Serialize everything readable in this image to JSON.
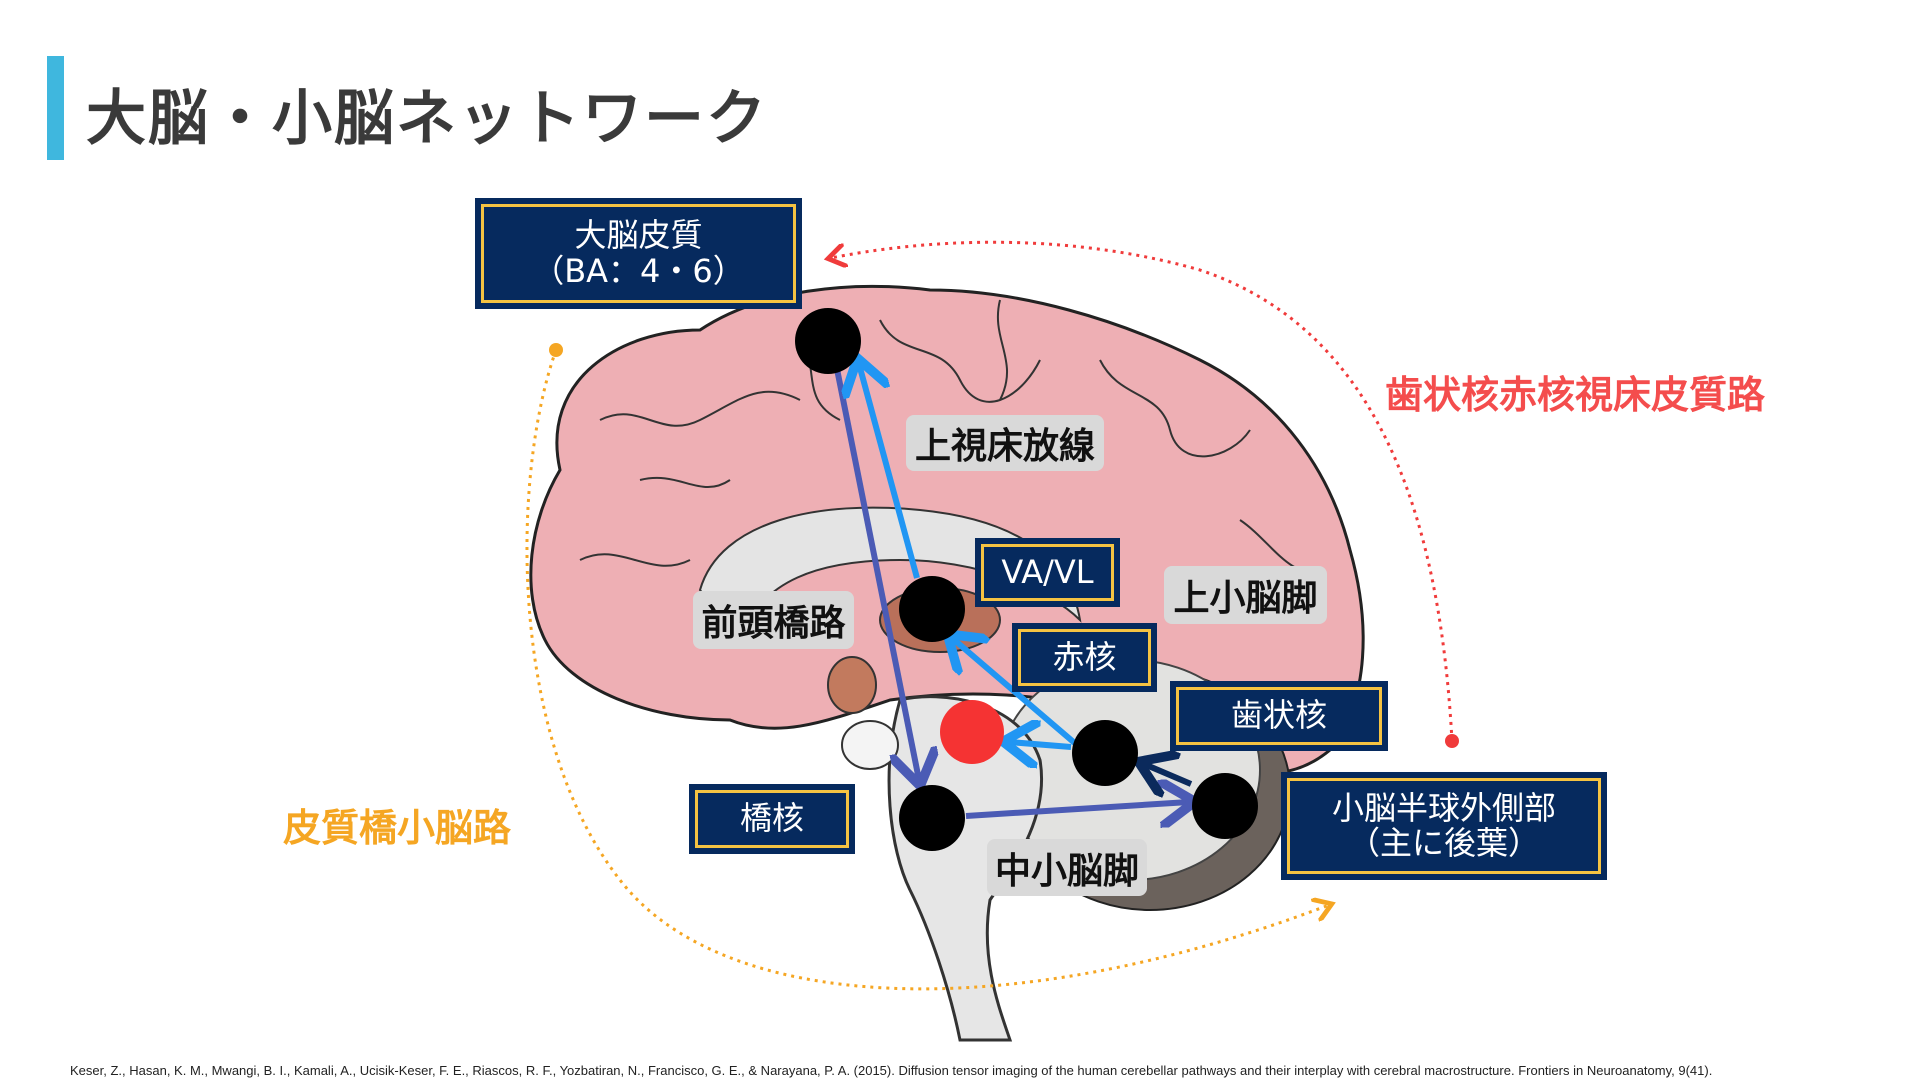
{
  "title": "大脳・小脳ネットワーク",
  "boxes": {
    "cortex": {
      "line1": "大脳皮質",
      "line2": "（BA：4・6）"
    },
    "vavl": "VA/VL",
    "red_nucleus": "赤核",
    "dentate": "歯状核",
    "pontine": "橋核",
    "cerebellar_hemisphere": {
      "line1": "小脳半球外側部",
      "line2": "（主に後葉）"
    }
  },
  "tract_labels": {
    "superior_thalamic_radiation": "上視床放線",
    "superior_cerebellar_peduncle": "上小脳脚",
    "frontopontine": "前頭橋路",
    "middle_cerebellar_peduncle": "中小脳脚"
  },
  "pathways": {
    "dentato_rubro_thalamo_cortical": {
      "label": "歯状核赤核視床皮質路",
      "color": "#f44d4d"
    },
    "cortico_ponto_cerebellar": {
      "label": "皮質橋小脳路",
      "color": "#f5a623"
    }
  },
  "citation": "Keser, Z., Hasan, K. M., Mwangi, B. I., Kamali, A., Ucisik-Keser, F. E., Riascos, R. F., Yozbatiran, N., Francisco, G. E., & Narayana, P. A. (2015). Diffusion tensor imaging of the human cerebellar pathways and their interplay with cerebral macrostructure. Frontiers in Neuroanatomy, 9(41)."
}
